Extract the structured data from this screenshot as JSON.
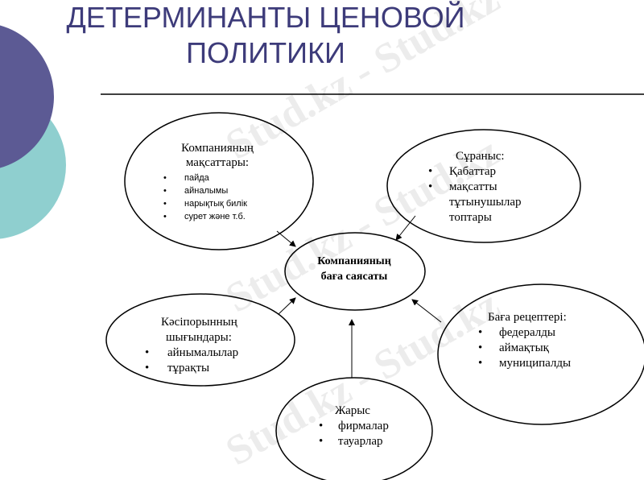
{
  "title": "ДЕТЕРМИНАНТЫ ЦЕНОВОЙ ПОЛИТИКИ",
  "watermark": "Stud.kz - Stud.kz",
  "center": {
    "line1": "Компанияның",
    "line2": "баға саясаты"
  },
  "goals": {
    "head1": "Компанияның",
    "head2": "мақсаттары:",
    "items": [
      "пайда",
      "айналымы",
      "нарықтық билік",
      "сурет және т.б."
    ]
  },
  "demand": {
    "head": "Сұраныс:",
    "items": [
      "Қабаттар",
      "мақсатты",
      "тұтынушылар",
      "топтары"
    ]
  },
  "costs": {
    "head1": "Кәсіпорынның",
    "head2": "шығындары:",
    "items": [
      "айнымалылар",
      "тұрақты"
    ]
  },
  "regulators": {
    "head": "Баға рецептері:",
    "items": [
      "федералды",
      "аймақтық",
      "муниципалды"
    ]
  },
  "competition": {
    "head": "Жарыс",
    "items": [
      "фирмалар",
      "тауарлар"
    ]
  },
  "colors": {
    "title": "#3d3b7a",
    "circle_dark": "#5c5a94",
    "circle_teal": "#8fcfcf"
  }
}
